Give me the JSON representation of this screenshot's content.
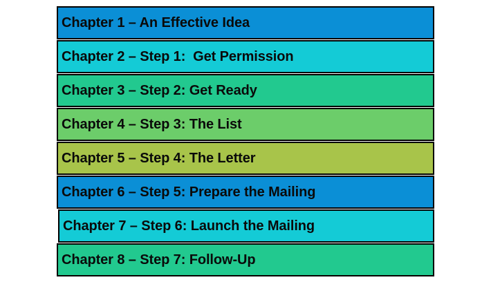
{
  "chapters": [
    {
      "label": "Chapter 1 – An Effective Idea",
      "color": "#0b8fd6"
    },
    {
      "label": "Chapter 2 – Step 1:  Get Permission",
      "color": "#14cbd6"
    },
    {
      "label": "Chapter 3 – Step 2: Get Ready",
      "color": "#22c98f"
    },
    {
      "label": "Chapter 4 – Step 3: The List",
      "color": "#6ccd6a"
    },
    {
      "label": "Chapter 5 – Step 4: The Letter",
      "color": "#a8c44a"
    },
    {
      "label": "Chapter 6 – Step 5: Prepare the Mailing",
      "color": "#0b8fd6"
    },
    {
      "label": "Chapter 7 – Step 6: Launch the Mailing",
      "color": "#14cbd6"
    },
    {
      "label": "Chapter 8 – Step 7: Follow-Up",
      "color": "#22c98f"
    }
  ]
}
